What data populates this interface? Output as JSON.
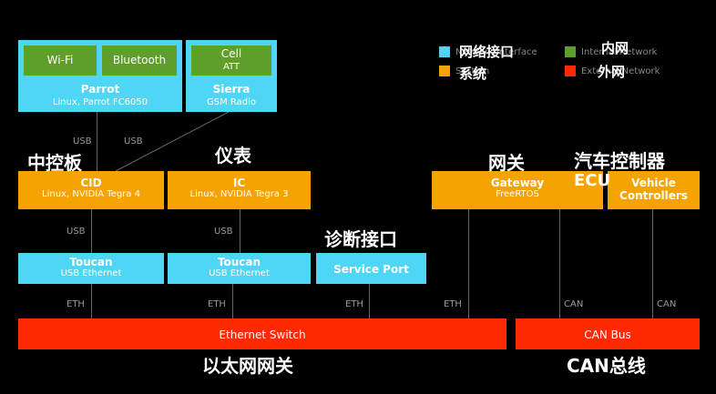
{
  "nodes": {
    "parrot": {
      "wifi": "Wi-Fi",
      "bluetooth": "Bluetooth",
      "title": "Parrot",
      "sub": "Linux, Parrot FC6050"
    },
    "sierra": {
      "cell": "Cell",
      "att": "ATT",
      "title": "Sierra",
      "sub": "GSM Radio"
    },
    "cid": {
      "title": "CID",
      "sub": "Linux, NVIDIA Tegra 4"
    },
    "ic": {
      "title": "IC",
      "sub": "Linux, NVIDIA Tegra 3"
    },
    "gateway": {
      "title": "Gateway",
      "sub": "FreeRTOS"
    },
    "vehicle": {
      "title": "Vehicle",
      "title2": "Controllers"
    },
    "toucan1": {
      "title": "Toucan",
      "sub": "USB Ethernet"
    },
    "toucan2": {
      "title": "Toucan",
      "sub": "USB Ethernet"
    },
    "service": {
      "title": "Service Port"
    },
    "ethernet_switch": {
      "title": "Ethernet Switch"
    },
    "can_bus": {
      "title": "CAN Bus"
    }
  },
  "links": {
    "usb_parrot": "USB",
    "usb_sierra": "USB",
    "usb_cid": "USB",
    "usb_ic": "USB",
    "eth1": "ETH",
    "eth2": "ETH",
    "eth3": "ETH",
    "eth4": "ETH",
    "can1": "CAN",
    "can2": "CAN"
  },
  "annotations": {
    "zhongkongban": "中控板",
    "yibiao": "仪表",
    "zhenduan": "诊断接口",
    "wangguan": "网关",
    "ecu_title": "汽车控制器",
    "ecu": "ECU",
    "ethernet_gw": "以太网网关",
    "can_total": "CAN总线"
  },
  "legend": [
    {
      "color": "#4fd6f5",
      "text_en": "Network Interface",
      "text_cn": "网络接口"
    },
    {
      "color": "#f5a300",
      "text_en": "System",
      "text_cn": "系统"
    },
    {
      "color": "#5f9e2a",
      "text_en": "Internal Network",
      "text_cn": "内网"
    },
    {
      "color": "#ff2a00",
      "text_en": "External Network",
      "text_cn": "外网"
    }
  ]
}
